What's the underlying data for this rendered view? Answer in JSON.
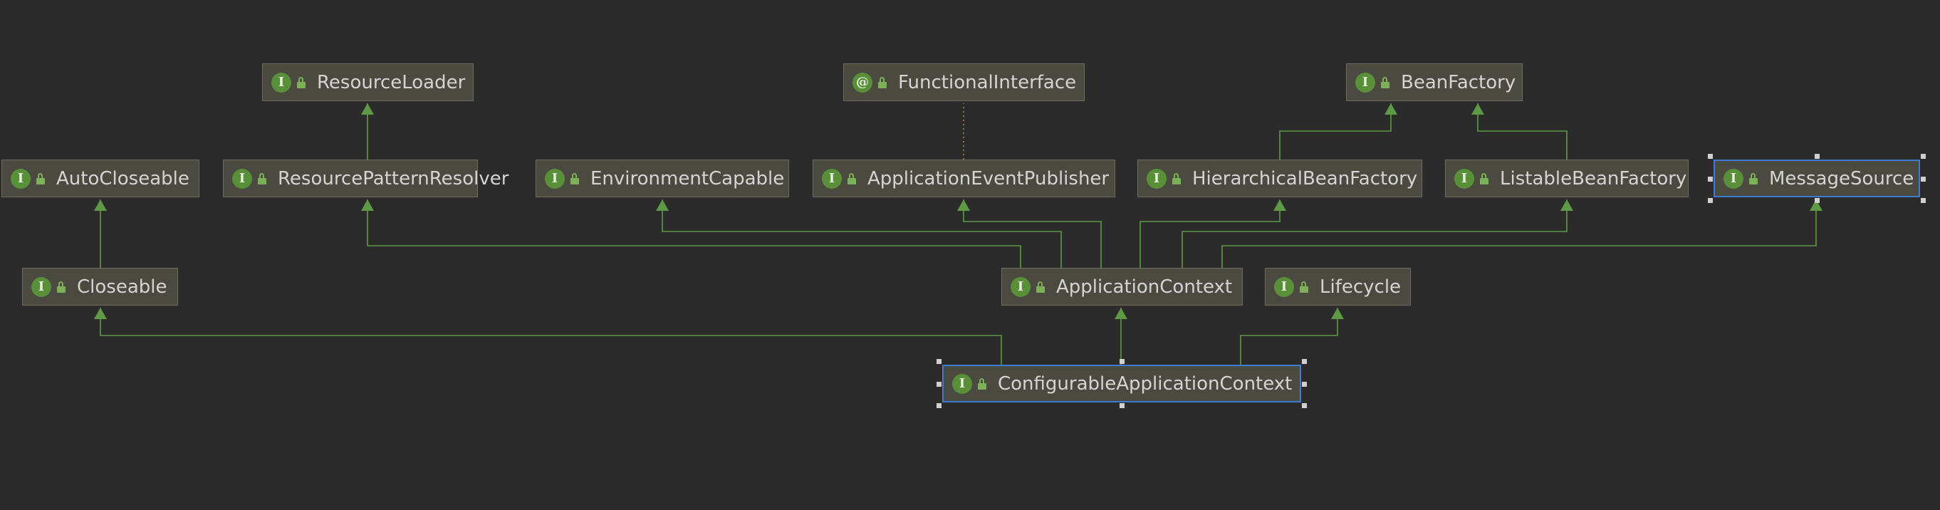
{
  "diagram": {
    "nodes": [
      {
        "id": "resourceloader",
        "badge": "I",
        "label": "ResourceLoader"
      },
      {
        "id": "functionalinterface",
        "badge": "@",
        "label": "FunctionalInterface"
      },
      {
        "id": "beanfactory",
        "badge": "I",
        "label": "BeanFactory"
      },
      {
        "id": "autocloseable",
        "badge": "I",
        "label": "AutoCloseable"
      },
      {
        "id": "resourcepatternresolver",
        "badge": "I",
        "label": "ResourcePatternResolver"
      },
      {
        "id": "environmentcapable",
        "badge": "I",
        "label": "EnvironmentCapable"
      },
      {
        "id": "applicationeventpublisher",
        "badge": "I",
        "label": "ApplicationEventPublisher"
      },
      {
        "id": "hierarchicalbeanfactory",
        "badge": "I",
        "label": "HierarchicalBeanFactory"
      },
      {
        "id": "listablebeanfactory",
        "badge": "I",
        "label": "ListableBeanFactory"
      },
      {
        "id": "messagesource",
        "badge": "I",
        "label": "MessageSource",
        "selected": true
      },
      {
        "id": "closeable",
        "badge": "I",
        "label": "Closeable"
      },
      {
        "id": "applicationcontext",
        "badge": "I",
        "label": "ApplicationContext"
      },
      {
        "id": "lifecycle",
        "badge": "I",
        "label": "Lifecycle"
      },
      {
        "id": "configurableapplicationcontext",
        "badge": "I",
        "label": "ConfigurableApplicationContext",
        "selected": true
      }
    ],
    "edges": [
      {
        "from": "resourcepatternresolver",
        "to": "resourceloader",
        "style": "solid"
      },
      {
        "from": "applicationeventpublisher",
        "to": "functionalinterface",
        "style": "dotted"
      },
      {
        "from": "hierarchicalbeanfactory",
        "to": "beanfactory",
        "style": "solid"
      },
      {
        "from": "listablebeanfactory",
        "to": "beanfactory",
        "style": "solid"
      },
      {
        "from": "closeable",
        "to": "autocloseable",
        "style": "solid"
      },
      {
        "from": "applicationcontext",
        "to": "resourcepatternresolver",
        "style": "solid"
      },
      {
        "from": "applicationcontext",
        "to": "environmentcapable",
        "style": "solid"
      },
      {
        "from": "applicationcontext",
        "to": "applicationeventpublisher",
        "style": "solid"
      },
      {
        "from": "applicationcontext",
        "to": "hierarchicalbeanfactory",
        "style": "solid"
      },
      {
        "from": "applicationcontext",
        "to": "listablebeanfactory",
        "style": "solid"
      },
      {
        "from": "applicationcontext",
        "to": "messagesource",
        "style": "solid"
      },
      {
        "from": "configurableapplicationcontext",
        "to": "closeable",
        "style": "solid"
      },
      {
        "from": "configurableapplicationcontext",
        "to": "applicationcontext",
        "style": "solid"
      },
      {
        "from": "configurableapplicationcontext",
        "to": "lifecycle",
        "style": "solid"
      }
    ]
  },
  "colors": {
    "background": "#2b2b2b",
    "node_fill": "#4b4a40",
    "node_border": "#6d6c60",
    "badge": "#5a8f3a",
    "edge": "#5e9a45",
    "dotted_edge": "#a08a4a",
    "selection": "#3c7bd6",
    "text": "#d4d4d4"
  },
  "icons": {
    "badge": "interface-badge-icon",
    "lock": "lock-icon",
    "arrow": "arrowhead-icon",
    "handle": "selection-handle-icon"
  }
}
